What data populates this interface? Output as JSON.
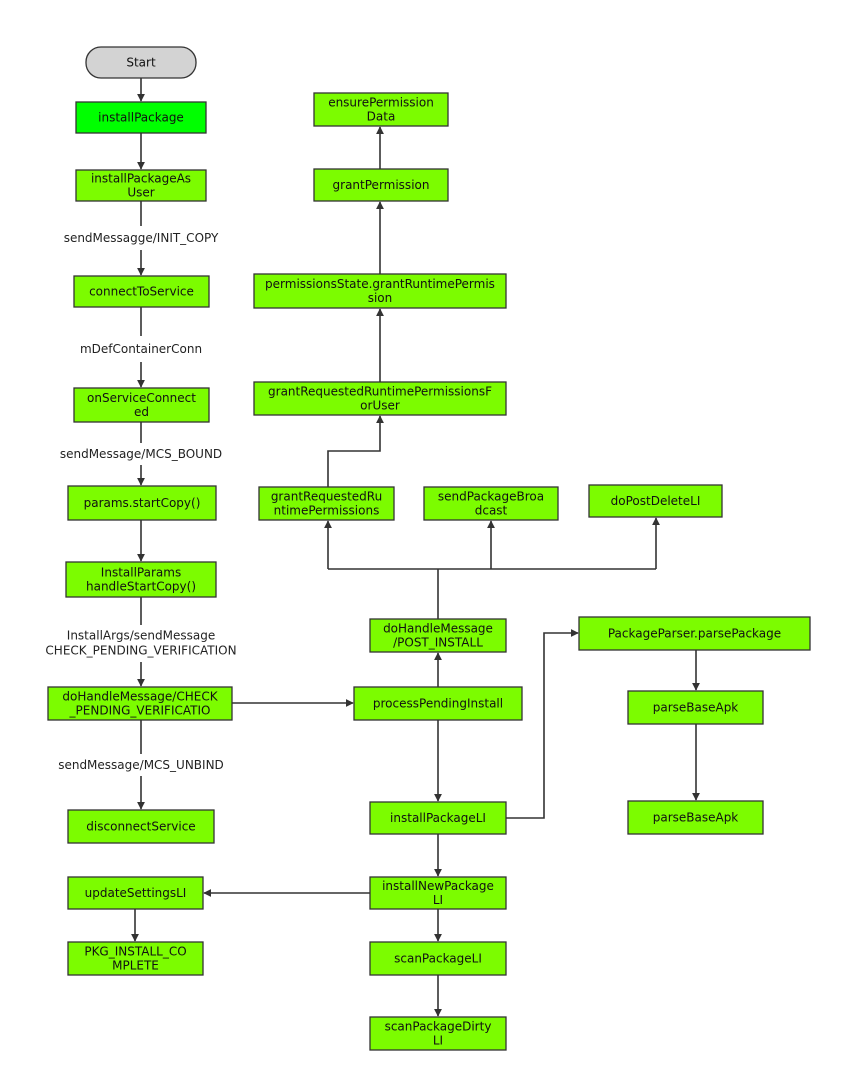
{
  "diagram": {
    "colors": {
      "node_fill": "#7cfc00",
      "highlight_fill": "#00ff00",
      "start_fill": "#d3d3d3",
      "border": "#333333",
      "edge": "#333333",
      "background": "#ffffff"
    },
    "nodes": [
      {
        "id": "start",
        "lines": [
          "Start"
        ]
      },
      {
        "id": "installPackage",
        "lines": [
          "installPackage"
        ]
      },
      {
        "id": "installPackageAsUser",
        "lines": [
          "installPackageAs",
          "User"
        ]
      },
      {
        "id": "connectToService",
        "lines": [
          "connectToService"
        ]
      },
      {
        "id": "onServiceConnected",
        "lines": [
          "onServiceConnect",
          "ed"
        ]
      },
      {
        "id": "startCopy",
        "lines": [
          "params.startCopy()"
        ]
      },
      {
        "id": "handleStartCopy",
        "lines": [
          "InstallParams",
          "handleStartCopy()"
        ]
      },
      {
        "id": "doHandleCheck",
        "lines": [
          "doHandleMessage/CHECK",
          "_PENDING_VERIFICATIO"
        ]
      },
      {
        "id": "disconnectService",
        "lines": [
          "disconnectService"
        ]
      },
      {
        "id": "updateSettingsLI",
        "lines": [
          "updateSettingsLI"
        ]
      },
      {
        "id": "pkgInstallComplete",
        "lines": [
          "PKG_INSTALL_CO",
          "MPLETE"
        ]
      },
      {
        "id": "ensurePermissionData",
        "lines": [
          "ensurePermission",
          "Data"
        ]
      },
      {
        "id": "grantPermission",
        "lines": [
          "grantPermission"
        ]
      },
      {
        "id": "grantRuntimePermission",
        "lines": [
          "permissionsState.grantRuntimePermis",
          "sion"
        ]
      },
      {
        "id": "grantReqForUser",
        "lines": [
          "grantRequestedRuntimePermissionsF",
          "orUser"
        ]
      },
      {
        "id": "grantReq",
        "lines": [
          "grantRequestedRu",
          "ntimePermissions"
        ]
      },
      {
        "id": "sendBroadcast",
        "lines": [
          "sendPackageBroa",
          "dcast"
        ]
      },
      {
        "id": "doPostDelete",
        "lines": [
          "doPostDeleteLI"
        ]
      },
      {
        "id": "doHandlePost",
        "lines": [
          "doHandleMessage",
          "/POST_INSTALL"
        ]
      },
      {
        "id": "processPendingInstall",
        "lines": [
          "processPendingInstall"
        ]
      },
      {
        "id": "installPackageLI",
        "lines": [
          "installPackageLI"
        ]
      },
      {
        "id": "installNewPackageLI",
        "lines": [
          "installNewPackage",
          "LI"
        ]
      },
      {
        "id": "scanPackageLI",
        "lines": [
          "scanPackageLI"
        ]
      },
      {
        "id": "scanPackageDirtyLI",
        "lines": [
          "scanPackageDirty",
          "LI"
        ]
      },
      {
        "id": "parsePackage",
        "lines": [
          "PackageParser.parsePackage"
        ]
      },
      {
        "id": "parseBaseApk1",
        "lines": [
          "parseBaseApk"
        ]
      },
      {
        "id": "parseBaseApk2",
        "lines": [
          "parseBaseApk"
        ]
      }
    ],
    "edge_labels": [
      {
        "id": "lbl-init-copy",
        "lines": [
          "sendMessagge/INIT_COPY"
        ]
      },
      {
        "id": "lbl-conn",
        "lines": [
          "mDefContainerConn"
        ]
      },
      {
        "id": "lbl-mcs-bound",
        "lines": [
          "sendMessage/MCS_BOUND"
        ]
      },
      {
        "id": "lbl-check-pending",
        "lines": [
          "InstallArgs/sendMessage",
          "CHECK_PENDING_VERIFICATION"
        ]
      },
      {
        "id": "lbl-mcs-unbind",
        "lines": [
          "sendMessage/MCS_UNBIND"
        ]
      }
    ]
  }
}
